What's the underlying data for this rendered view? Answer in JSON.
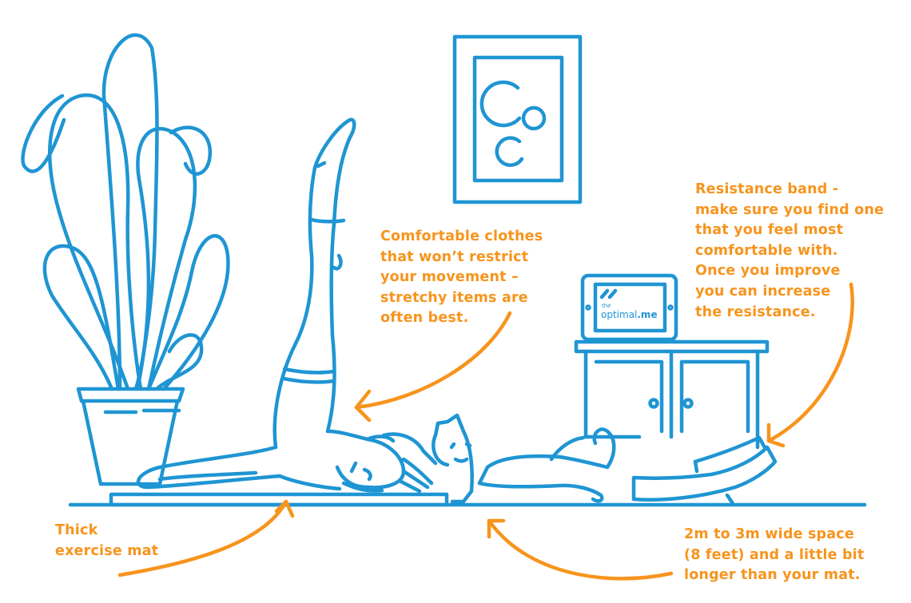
{
  "colors": {
    "line": "#1f95d3",
    "accent": "#f7941d",
    "brand_text": "#1f95d3",
    "background": "#ffffff"
  },
  "callouts": {
    "clothes": [
      "Comfortable clothes",
      "that won’t restrict",
      "your movement –",
      "stretchy items are",
      "often best."
    ],
    "band": [
      "Resistance band -",
      "make sure you find one",
      "that you feel most",
      "comfortable with.",
      "Once you improve",
      "you can increase",
      "the resistance."
    ],
    "mat": [
      "Thick",
      "exercise mat"
    ],
    "space": [
      "2m to 3m wide space",
      "(8 feet) and a little bit",
      "longer than your mat."
    ]
  },
  "tablet": {
    "brand_small": "the",
    "brand_main": "optimal",
    "brand_suffix": ".me"
  },
  "icons": [
    "plant-pot-icon",
    "wall-frame-icon",
    "tablet-icon",
    "cabinet-icon",
    "person-shoulder-stand-icon",
    "cat-icon",
    "resistance-band-icon",
    "exercise-mat-icon",
    "arrow-icon"
  ]
}
